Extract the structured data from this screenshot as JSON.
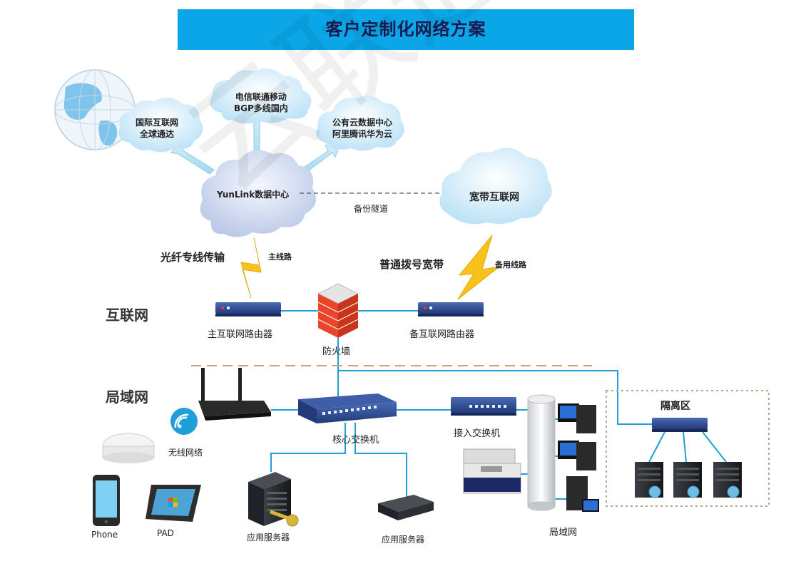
{
  "title": "客户定制化网络方案",
  "watermark": "云联通YunLink",
  "clouds": {
    "intl": [
      "国际互联网",
      "全球通达"
    ],
    "telecom": [
      "电信联通移动",
      "BGP多线国内"
    ],
    "public": [
      "公有云数据中心",
      "阿里腾讯华为云"
    ],
    "datacenter": "YunLink数据中心",
    "broadband": "宽带互联网"
  },
  "links": {
    "backup_tunnel": "备份隧道",
    "fiber": "光纤专线传输",
    "main_line": "主线路",
    "dialup": "普通拨号宽带",
    "backup_line": "备用线路"
  },
  "zones": {
    "internet": "互联网",
    "lan": "局域网"
  },
  "devices": {
    "main_router": "主互联网路由器",
    "backup_router": "备互联网路由器",
    "firewall": "防火墙",
    "core_switch": "核心交换机",
    "access_switch": "接入交换机",
    "wireless": "无线网络",
    "phone": "Phone",
    "pad": "PAD",
    "app_server_1": "应用服务器",
    "app_server_2": "应用服务器",
    "lan_bus": "局域网",
    "isolation_zone": "隔离区"
  }
}
